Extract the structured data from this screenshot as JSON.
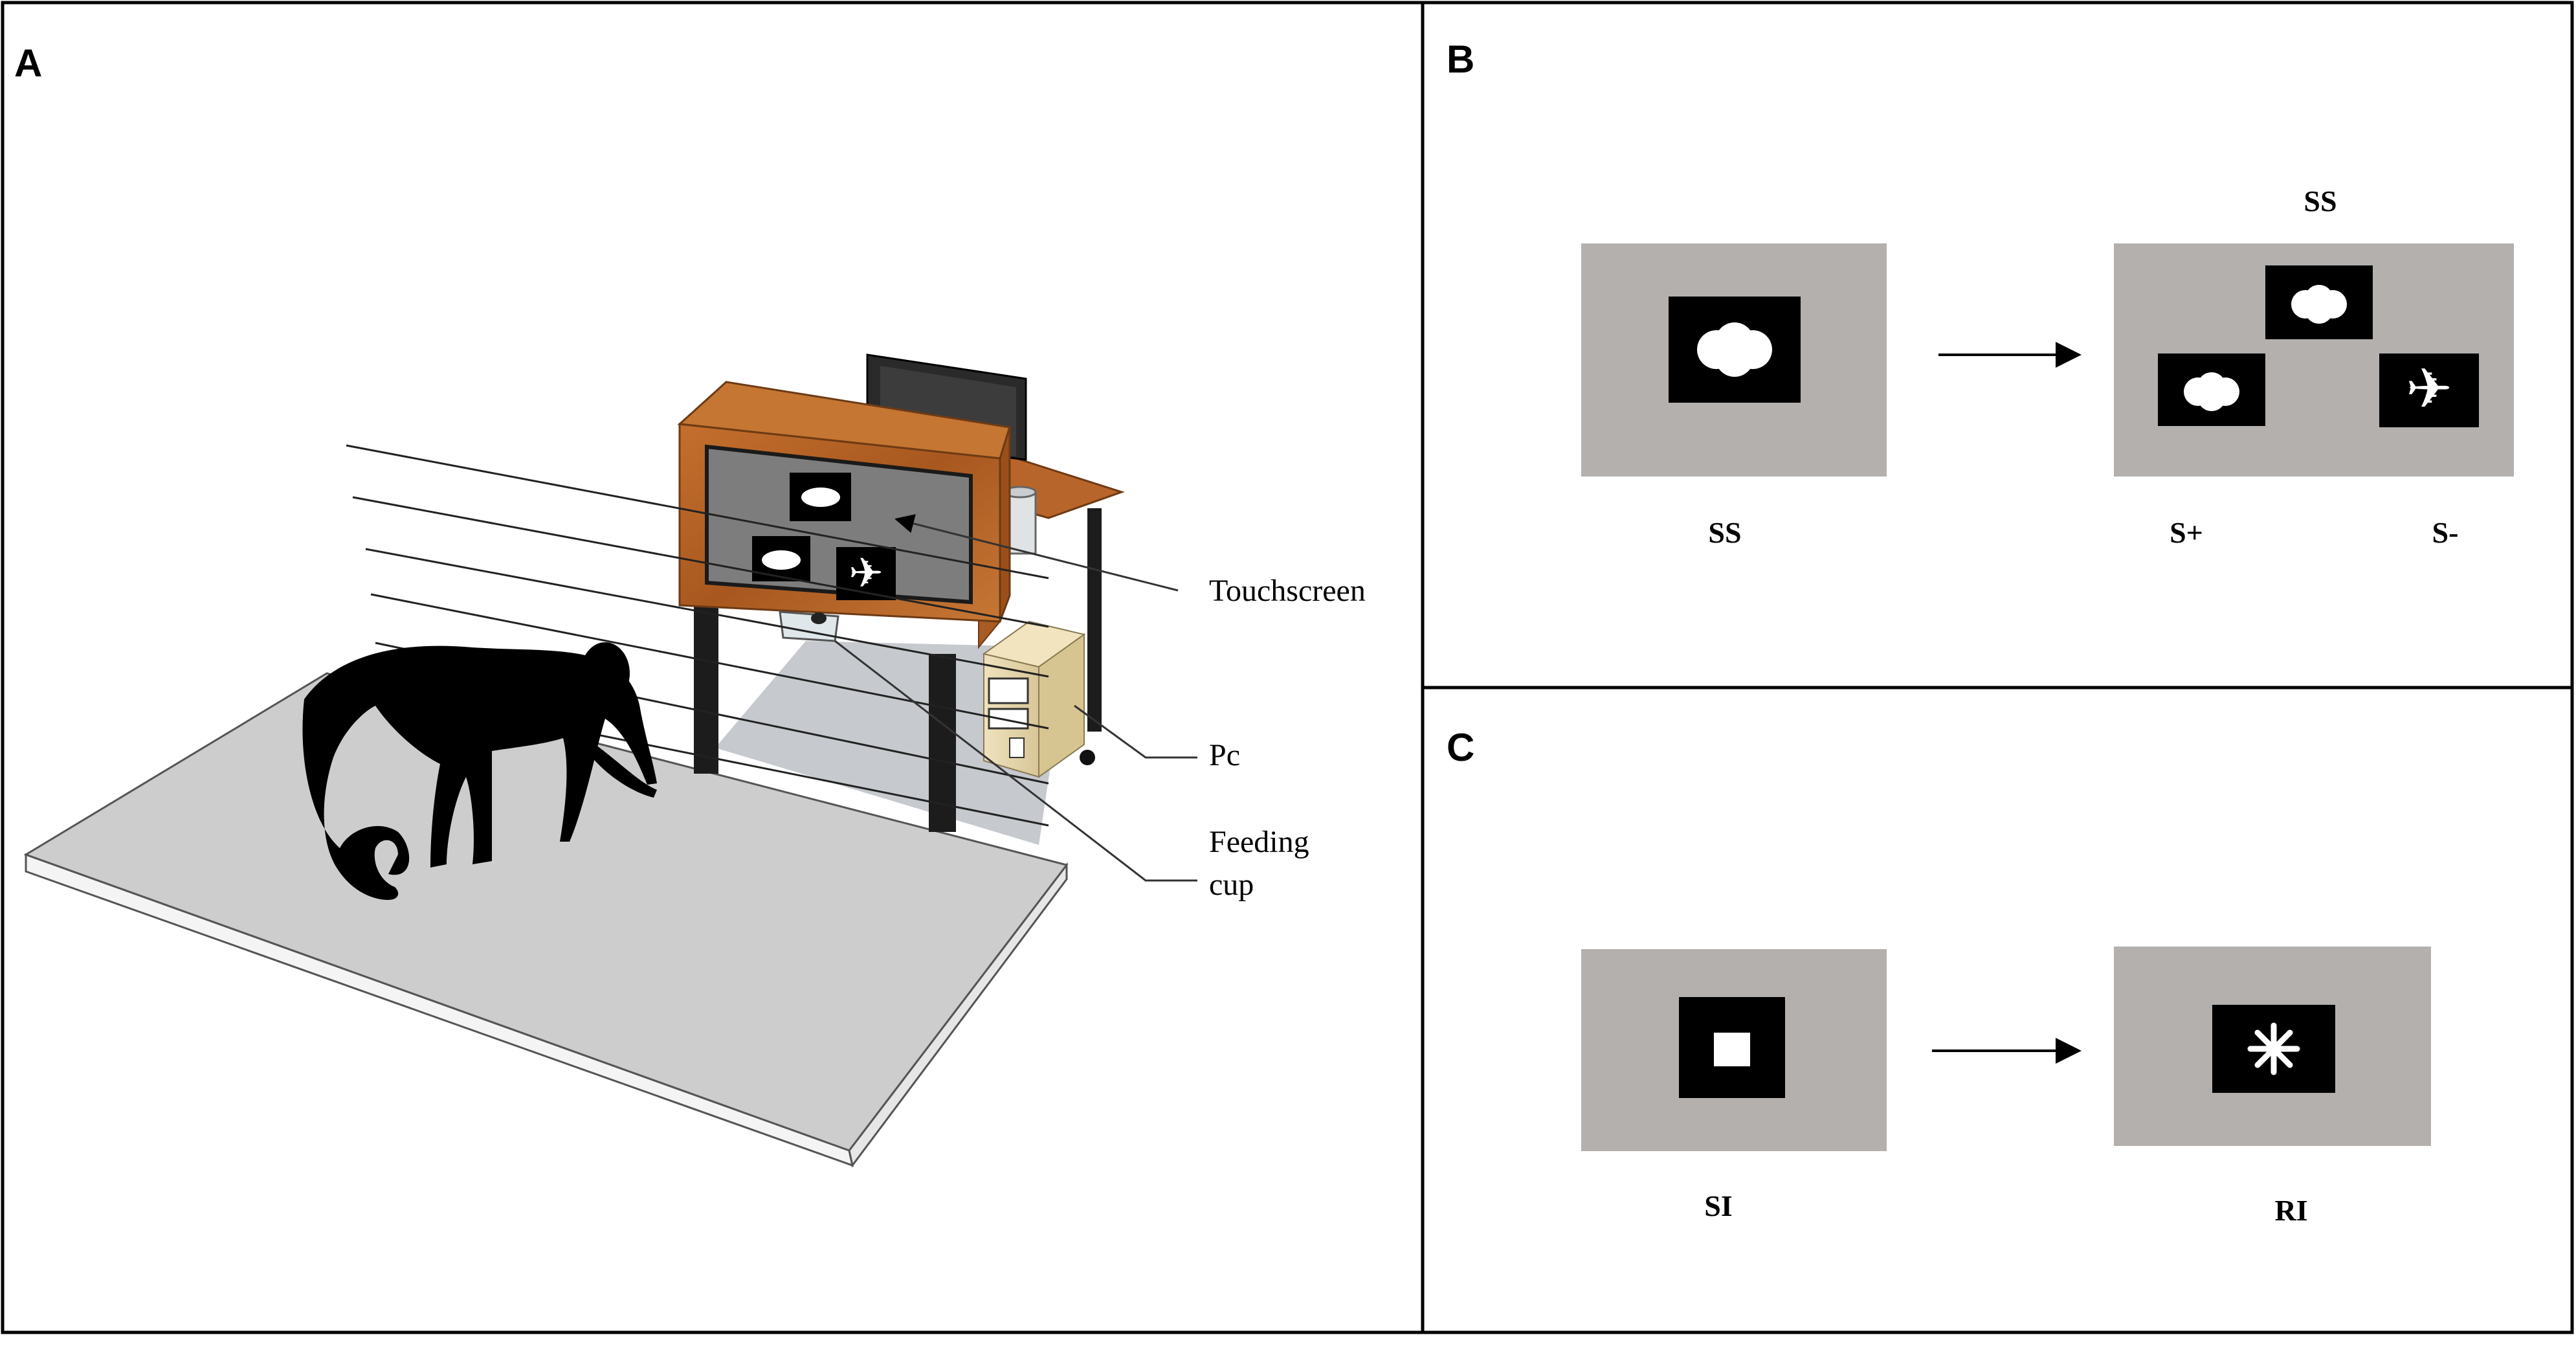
{
  "panels": {
    "a": {
      "label": "A"
    },
    "b": {
      "label": "B"
    },
    "c": {
      "label": "C"
    }
  },
  "callouts": {
    "touchscreen": "Touchscreen",
    "pc": "Pc",
    "feeding_line1": "Feeding",
    "feeding_line2": "cup"
  },
  "panel_b": {
    "ss_top": "SS",
    "ss_left": "SS",
    "s_plus": "S+",
    "s_minus": "S-"
  },
  "panel_c": {
    "si": "SI",
    "ri": "RI"
  },
  "colors": {
    "screen_gray": "#b3b0ae",
    "wood": "#b8652b",
    "floor": "#cdcdcd",
    "monkey": "#000000"
  }
}
